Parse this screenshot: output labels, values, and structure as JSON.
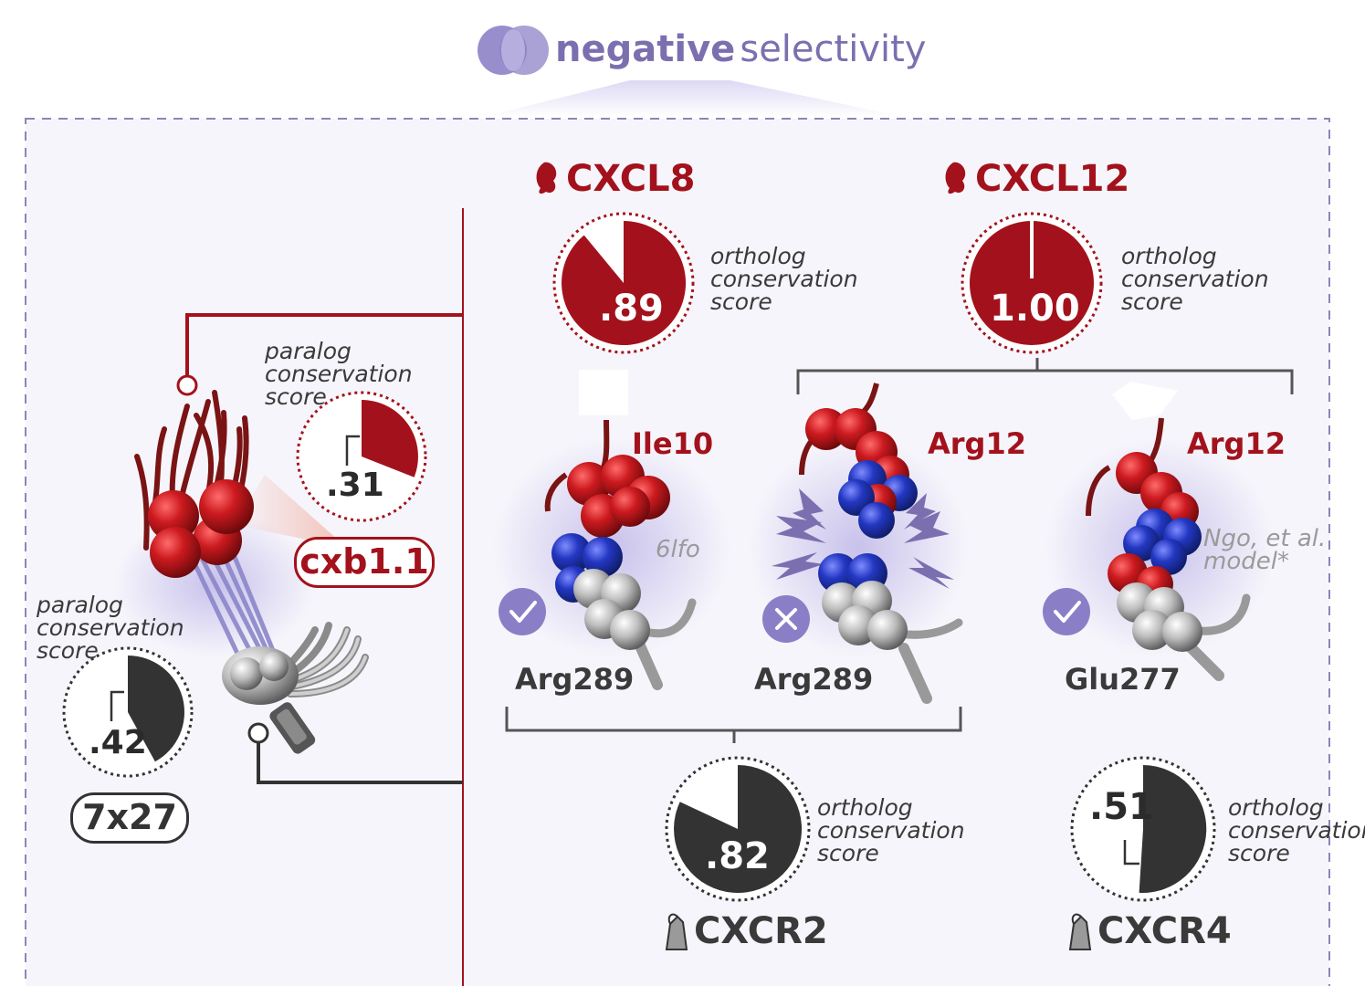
{
  "header": {
    "title_bold": "negative",
    "title_rest": "selectivity"
  },
  "colors": {
    "accent_red": "#a3121c",
    "dark_gray": "#333333",
    "purple": "#7c6fb0",
    "panel_bg": "#f6f5fb"
  },
  "left": {
    "paralog_top": {
      "caption": "paralog conservation score",
      "value": ".31",
      "fraction": 0.31,
      "label": "cxb1.1"
    },
    "paralog_bottom": {
      "caption": "paralog conservation score",
      "value": ".42",
      "fraction": 0.42,
      "label": "7x27"
    }
  },
  "chemokines": [
    {
      "name": "CXCL8",
      "score_label": ".89",
      "fraction": 0.89,
      "caption": "ortholog conservation score"
    },
    {
      "name": "CXCL12",
      "score_label": "1.00",
      "fraction": 1.0,
      "caption": "ortholog conservation score"
    }
  ],
  "interactions": [
    {
      "ligand_residue": "Ile10",
      "receptor_residue": "Arg289",
      "status": "check",
      "status_icon": "check-icon",
      "note": "6lfo"
    },
    {
      "ligand_residue": "Arg12",
      "receptor_residue": "Arg289",
      "status": "cross",
      "status_icon": "cross-icon",
      "note": ""
    },
    {
      "ligand_residue": "Arg12",
      "receptor_residue": "Glu277",
      "status": "check",
      "status_icon": "check-icon",
      "note": "Ngo, et al. model*"
    }
  ],
  "receptors": [
    {
      "name": "CXCR2",
      "score_label": ".82",
      "fraction": 0.82,
      "caption": "ortholog conservation score"
    },
    {
      "name": "CXCR4",
      "score_label": ".51",
      "fraction": 0.51,
      "caption": "ortholog conservation score"
    }
  ]
}
